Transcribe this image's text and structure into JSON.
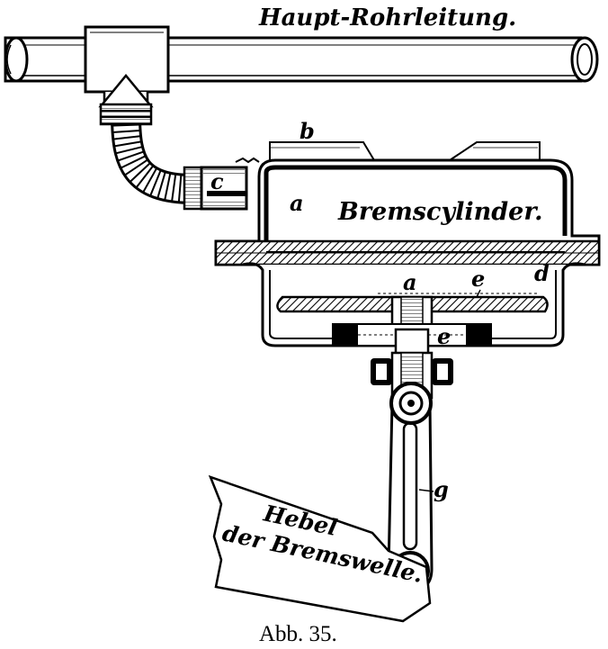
{
  "title": "Haupt-Rohrleitung.",
  "cylinder_label": "Bremscylinder.",
  "lever_label_line1": "Hebel",
  "lever_label_line2": "der Bremswelle.",
  "caption": "Abb. 35.",
  "letters": {
    "b": "b",
    "c": "c",
    "a_upper": "a",
    "a_lower": "a",
    "e_upper": "e",
    "e_lower": "e",
    "d": "d",
    "g": "g"
  }
}
